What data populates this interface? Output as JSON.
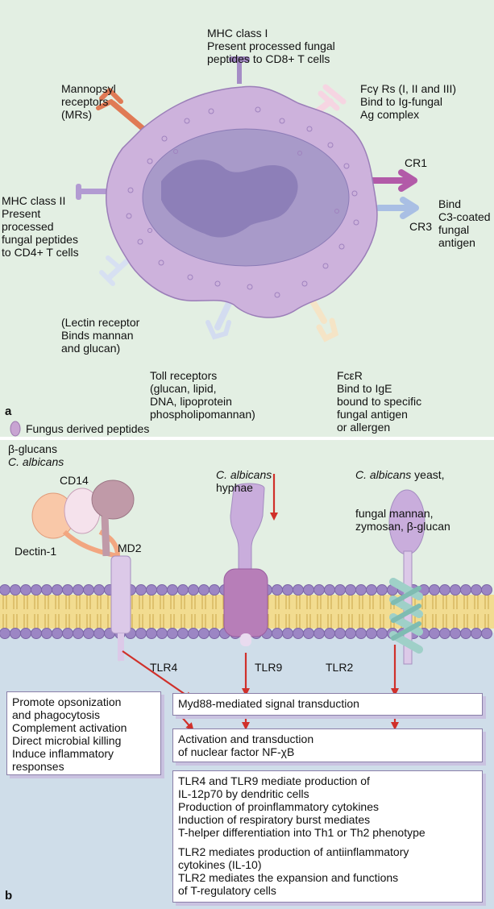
{
  "panel_a": {
    "letter": "a",
    "labels": {
      "mhc1": [
        "MHC class I",
        "Present processed fungal",
        "peptides to CD8+ T cells"
      ],
      "mannose": [
        "Mannopsyl",
        "receptors",
        "(MRs)"
      ],
      "fcg": [
        "Fcγ Rs (I, II and III)",
        "Bind to Ig-fungal",
        "Ag complex"
      ],
      "cr1": "CR1",
      "cr3": "CR3",
      "bind": [
        "Bind",
        "C3-coated",
        "fungal",
        "antigen"
      ],
      "mhc2": [
        "MHC class II",
        "Present",
        "processed",
        "fungal peptides",
        "to CD4+ T cells"
      ],
      "lectin": [
        "(Lectin receptor",
        "Binds mannan",
        "and glucan)"
      ],
      "toll": [
        "Toll receptors",
        "(glucan, lipid,",
        "DNA, lipoprotein",
        "phospholipomannan)"
      ],
      "fce": [
        "FcεR",
        "Bind to IgE",
        "bound to specific",
        "fungal antigen",
        "or allergen"
      ]
    },
    "legend": "Fungus derived peptides"
  },
  "panel_b": {
    "letter": "b",
    "beta_glucans": "β-glucans",
    "c_albicans": "C. albicans",
    "hyphae_title": "C. albicans",
    "hyphae_sub": "hyphae",
    "yeast_title": "C. albicans",
    "yeast_rest": " yeast,",
    "yeast_lines": [
      "fungal mannan,",
      "zymosan, β-glucan"
    ],
    "cd14": "CD14",
    "dectin": "Dectin-1",
    "md2": "MD2",
    "tlr4": "TLR4",
    "tlr9": "TLR9",
    "tlr2": "TLR2",
    "left_box": [
      "Promote opsonization",
      "and phagocytosis",
      "Complement activation",
      "Direct microbial killing",
      "Induce inflammatory",
      "responses"
    ],
    "myd88": "Myd88-mediated signal transduction",
    "nfkb": [
      "Activation and transduction",
      "of nuclear factor NF-χB"
    ],
    "big_box_1": [
      "TLR4 and TLR9 mediate production of",
      "IL-12p70 by dendritic cells",
      "Production of proinflammatory cytokines",
      "Induction of respiratory burst mediates",
      "T-helper differentiation into Th1 or Th2 phenotype"
    ],
    "big_box_2": [
      "TLR2 mediates production of antiinflammatory",
      "cytokines (IL-10)",
      "TLR2 mediates the expansion and functions",
      "of T-regulatory cells"
    ]
  },
  "colors": {
    "panel_bg": "#e3efe3",
    "cell": "#cdb2dc",
    "nucleus": "#a89ac9",
    "membrane_head": "#9c86c4",
    "membrane_tail": "#f2dc90",
    "cytoplasm": "#cfdde9",
    "arrow": "#d0302a"
  }
}
